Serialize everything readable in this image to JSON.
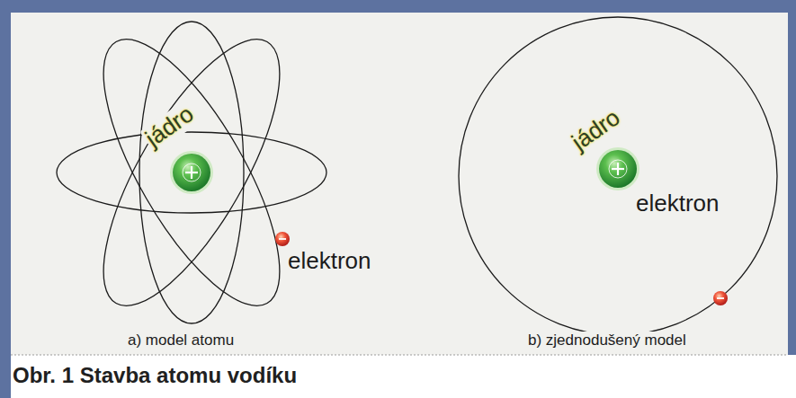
{
  "diagram": {
    "caption": "Obr. 1 Stavba atomu vodíku",
    "labels": [
      "jádro",
      "elektron",
      "a) model atomu",
      "jádro",
      "elektron",
      "b) zjednodušený model"
    ]
  }
}
